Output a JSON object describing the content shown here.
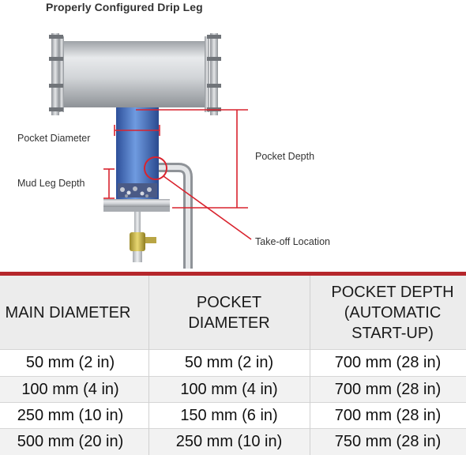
{
  "diagram": {
    "title": "Properly Configured Drip Leg",
    "labels": {
      "pocket_diameter": "Pocket Diameter",
      "mud_leg_depth": "Mud Leg Depth",
      "pocket_depth": "Pocket Depth",
      "takeoff_location": "Take-off Location"
    },
    "colors": {
      "pipe_gray": "#c9ccd0",
      "pocket_blue": "#3f6fc0",
      "callout_red": "#d9232e"
    }
  },
  "table": {
    "headers": [
      "MAIN  DIAMETER",
      "POCKET\nDIAMETER",
      "POCKET DEPTH\n(AUTOMATIC\nSTART-UP)"
    ],
    "rows": [
      [
        "50 mm (2 in)",
        "50 mm (2 in)",
        "700 mm (28 in)"
      ],
      [
        "100 mm (4 in)",
        "100 mm (4 in)",
        "700 mm (28 in)"
      ],
      [
        "250 mm (10 in)",
        "150 mm (6 in)",
        "700 mm (28 in)"
      ],
      [
        "500 mm (20 in)",
        "250 mm (10 in)",
        "750 mm (28 in)"
      ]
    ],
    "accent_color": "#b5262b"
  }
}
